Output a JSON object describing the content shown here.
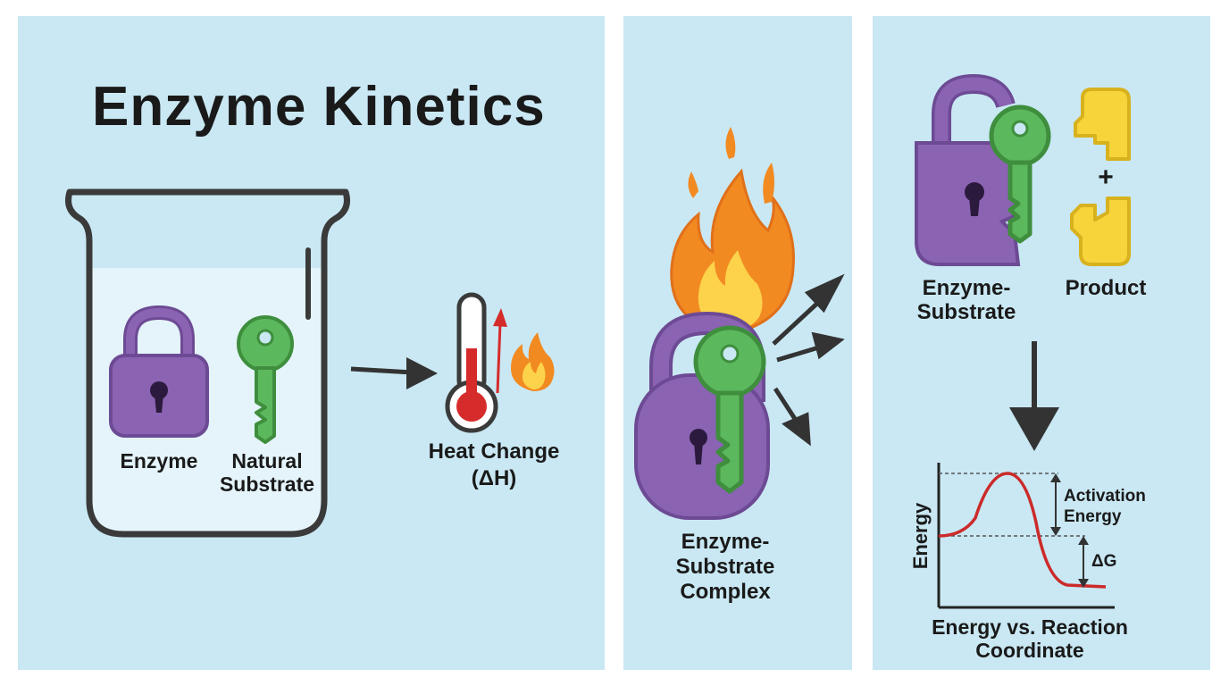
{
  "title": "Enzyme Kinetics",
  "panel1": {
    "enzyme_label": "Enzyme",
    "substrate_label_line1": "Natural",
    "substrate_label_line2": "Substrate",
    "heat_label_line1": "Heat Change",
    "heat_label_line2": "(ΔH)"
  },
  "panel2": {
    "complex_label_line1": "Enzyme-",
    "complex_label_line2": "Substrate",
    "complex_label_line3": "Complex"
  },
  "panel3": {
    "es_label_line1": "Enzyme-",
    "es_label_line2": "Substrate",
    "product_label": "Product",
    "plus_sign": "+",
    "graph": {
      "ylabel": "Energy",
      "activation_line1": "Activation",
      "activation_line2": "Energy",
      "delta_g": "ΔG",
      "caption_line1": "Energy vs. Reaction",
      "caption_line2": "Coordinate"
    }
  },
  "colors": {
    "panel_bg": "#c9e8f3",
    "enzyme": "#8b63b3",
    "substrate": "#5cb85c",
    "product": "#f7d43a",
    "flame": "#f28a22",
    "curve": "#cc2a2a"
  }
}
